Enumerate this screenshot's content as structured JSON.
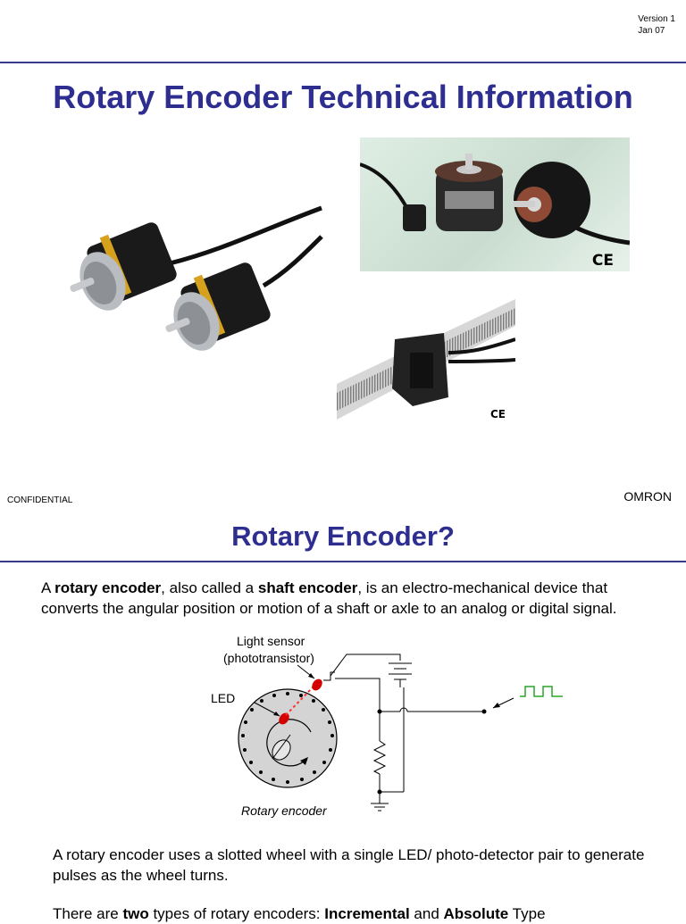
{
  "slide1": {
    "version_line1": "Version 1",
    "version_line2": "Jan 07",
    "title": "Rotary Encoder Technical Information",
    "ce_mark_1": "CE",
    "ce_mark_2": "CE",
    "footer_left": "CONFIDENTIAL",
    "footer_right": "OMRON"
  },
  "slide2": {
    "title": "Rotary Encoder?",
    "para1": {
      "t1": "A ",
      "b1": "rotary encoder",
      "t2": ", also called a ",
      "b2": "shaft encoder",
      "t3": ", is an electro-mechanical device that converts the angular position or motion of a shaft or axle to an analog or digital signal."
    },
    "diagram": {
      "light_sensor_line1": "Light sensor",
      "light_sensor_line2": "(phototransistor)",
      "led_label": "LED",
      "wheel_label": "Rotary encoder"
    },
    "para2": "A rotary encoder uses a slotted wheel with a single LED/ photo-detector pair to generate pulses as the wheel turns.",
    "para3": {
      "t1": "There are ",
      "b1": "two",
      "t2": " types of rotary encoders: ",
      "b2": "Incremental",
      "t3": " and ",
      "b3": "Absolute",
      "t4": " Type"
    }
  }
}
